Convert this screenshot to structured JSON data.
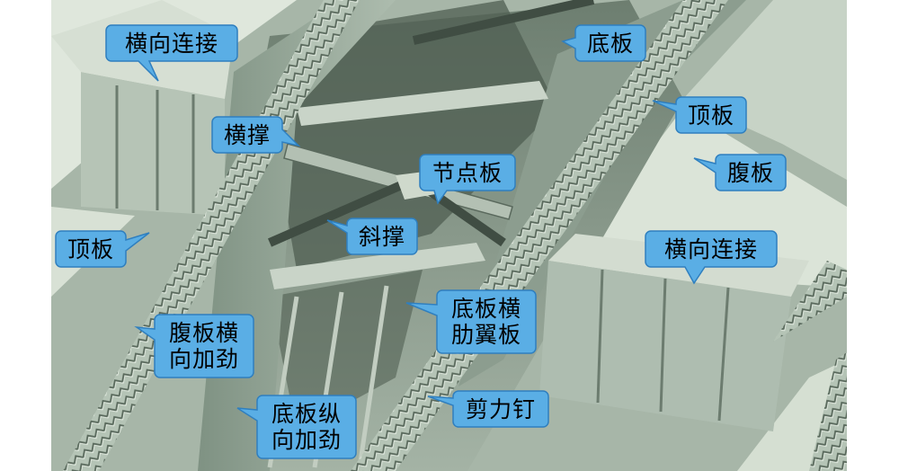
{
  "diagram": {
    "labels": {
      "cross_connection_top": "横向连接",
      "bottom_plate_top": "底板",
      "cross_brace": "横撑",
      "top_plate_right": "顶板",
      "web_right": "腹板",
      "gusset_plate": "节点板",
      "diagonal_brace": "斜撑",
      "top_plate_left": "顶板",
      "cross_connection_right": "横向连接",
      "bottom_transverse_rib": "底板横\n肋翼板",
      "web_transverse_stiffener": "腹板横\n向加劲",
      "shear_stud": "剪力钉",
      "bottom_longitudinal_stiffener": "底板纵\n向加劲"
    },
    "colors": {
      "callout_fill": "#5aaee5",
      "callout_stroke": "#2f7fbf",
      "callout_text": "#000000",
      "steel_light": "#c4d2c4",
      "steel_mid": "#9aab9c",
      "steel_dark": "#56655a",
      "shadow": "#323d36"
    }
  }
}
